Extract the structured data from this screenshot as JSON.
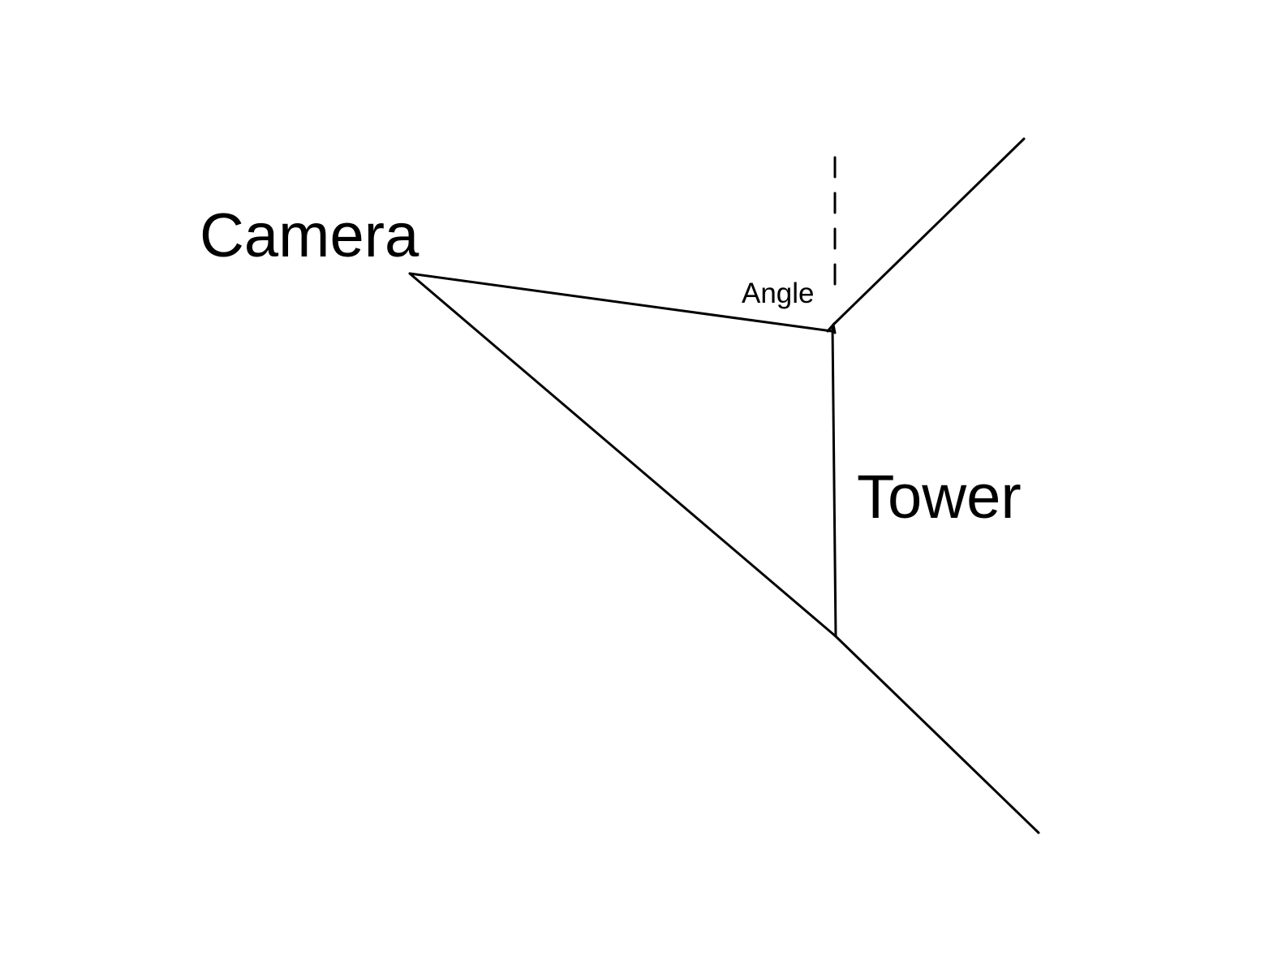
{
  "labels": {
    "camera": "Camera",
    "tower": "Tower",
    "angle": "Angle"
  },
  "colors": {
    "ink": "#000000",
    "background": "#ffffff"
  }
}
